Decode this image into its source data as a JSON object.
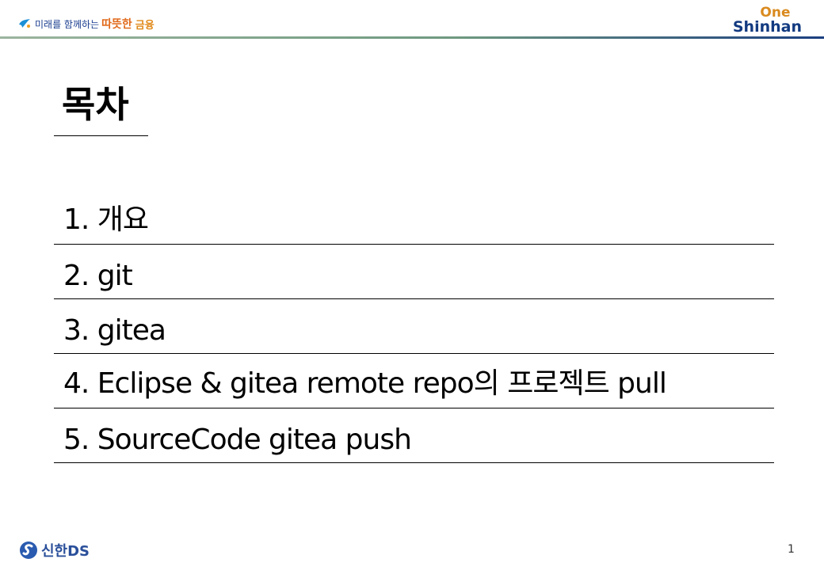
{
  "header": {
    "slogan_prefix": "미래를 함께하는",
    "slogan_accent": "따뜻한",
    "slogan_accent2": "금융",
    "brand_one": "One",
    "brand_shinhan": "Shinhan"
  },
  "title": "목차",
  "toc": [
    "1. 개요",
    "2. git",
    "3. gitea",
    "4. Eclipse & gitea remote repo의 프로젝트 pull",
    "5. SourceCode gitea push"
  ],
  "footer": {
    "logo_text": "신한DS",
    "page_number": "1"
  },
  "colors": {
    "brand_navy": "#123a80",
    "brand_orange": "#d98a1e"
  }
}
